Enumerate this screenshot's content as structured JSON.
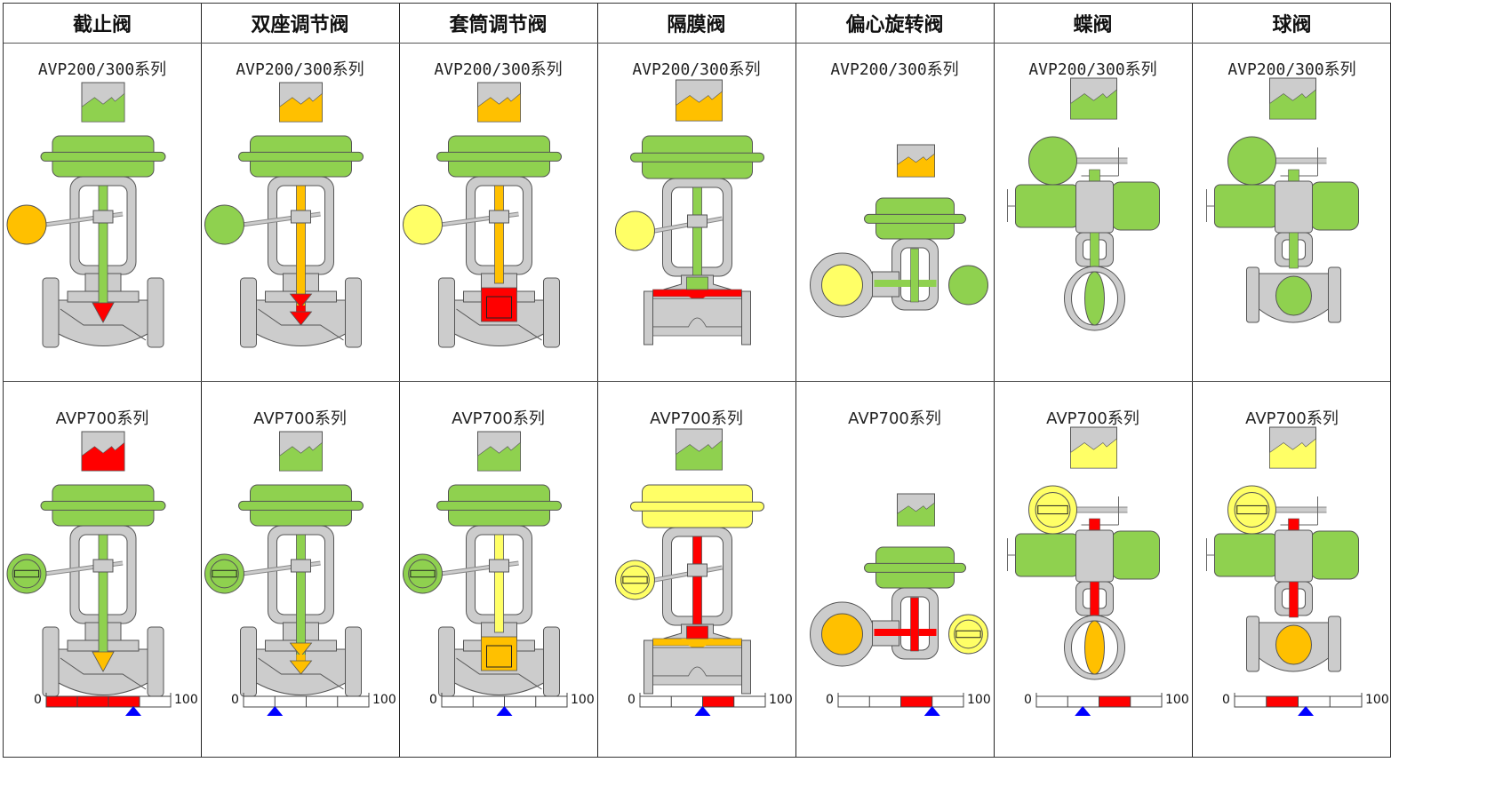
{
  "title": "Valve type diagnostic overview",
  "columns": [
    {
      "name": "截止阀",
      "type": "globe"
    },
    {
      "name": "双座调节阀",
      "type": "double-seat"
    },
    {
      "name": "套筒调节阀",
      "type": "cage"
    },
    {
      "name": "隔膜阀",
      "type": "diaphragm"
    },
    {
      "name": "偏心旋转阀",
      "type": "eccentric-rotary"
    },
    {
      "name": "蝶阀",
      "type": "butterfly"
    },
    {
      "name": "球阀",
      "type": "ball"
    }
  ],
  "rows": [
    {
      "series": "AVP200/300系列",
      "cells": [
        {
          "trend": "#8fd14f",
          "actuator": "#8fd14f",
          "positioner": "#ffc000",
          "stem": "#8fd14f",
          "plug": "#ff0000",
          "seal": ""
        },
        {
          "trend": "#ffc000",
          "actuator": "#8fd14f",
          "positioner": "#8fd14f",
          "stem": "#ffc000",
          "plug": "#ff0000",
          "seal": ""
        },
        {
          "trend": "#ffc000",
          "actuator": "#8fd14f",
          "positioner": "#ffff66",
          "stem": "#ffc000",
          "plug": "#ff0000",
          "seal": ""
        },
        {
          "trend": "#ffc000",
          "actuator": "#8fd14f",
          "positioner": "#ffff66",
          "stem": "#8fd14f",
          "plug": "#8fd14f",
          "seal": "#ff0000"
        },
        {
          "trend": "#ffc000",
          "actuator": "#8fd14f",
          "positioner": "#8fd14f",
          "stem": "#8fd14f",
          "plug": "#ffff66",
          "seal": ""
        },
        {
          "trend": "#8fd14f",
          "actuator": "#8fd14f",
          "positioner": "#8fd14f",
          "stem": "#8fd14f",
          "plug": "#8fd14f",
          "seal": ""
        },
        {
          "trend": "#8fd14f",
          "actuator": "#8fd14f",
          "positioner": "#8fd14f",
          "stem": "#8fd14f",
          "plug": "#8fd14f",
          "seal": ""
        }
      ]
    },
    {
      "series": "AVP700系列",
      "cells": [
        {
          "trend": "#ff0000",
          "actuator": "#8fd14f",
          "positioner": "#8fd14f",
          "stem": "#8fd14f",
          "plug": "#ffc000",
          "seal": "",
          "gauge": {
            "fill_from": 0,
            "fill_to": 75,
            "marker": 70
          }
        },
        {
          "trend": "#8fd14f",
          "actuator": "#8fd14f",
          "positioner": "#8fd14f",
          "stem": "#8fd14f",
          "plug": "#ffc000",
          "seal": "",
          "gauge": {
            "fill_from": 0,
            "fill_to": 0,
            "marker": 25
          }
        },
        {
          "trend": "#8fd14f",
          "actuator": "#8fd14f",
          "positioner": "#8fd14f",
          "stem": "#ffff66",
          "plug": "#ffc000",
          "seal": "",
          "gauge": {
            "fill_from": 0,
            "fill_to": 0,
            "marker": 50
          }
        },
        {
          "trend": "#8fd14f",
          "actuator": "#ffff66",
          "positioner": "#ffff66",
          "stem": "#ff0000",
          "plug": "#ff0000",
          "seal": "#ffc000",
          "gauge": {
            "fill_from": 50,
            "fill_to": 75,
            "marker": 50
          }
        },
        {
          "trend": "#8fd14f",
          "actuator": "#8fd14f",
          "positioner": "#ffff66",
          "stem": "#ff0000",
          "plug": "#ffc000",
          "seal": "",
          "gauge": {
            "fill_from": 50,
            "fill_to": 75,
            "marker": 75
          }
        },
        {
          "trend": "#ffff66",
          "actuator": "#8fd14f",
          "positioner": "#ffff66",
          "stem": "#ff0000",
          "plug": "#ffc000",
          "seal": "",
          "gauge": {
            "fill_from": 50,
            "fill_to": 75,
            "marker": 37
          }
        },
        {
          "trend": "#ffff66",
          "actuator": "#8fd14f",
          "positioner": "#ffff66",
          "stem": "#ff0000",
          "plug": "#ffc000",
          "seal": "",
          "gauge": {
            "fill_from": 25,
            "fill_to": 50,
            "marker": 56
          }
        }
      ]
    }
  ],
  "gauge": {
    "min_label": "0",
    "max_label": "100",
    "min": 0,
    "max": 100,
    "ticks": 4,
    "fill_color": "#ff0000",
    "marker_color": "#0000ff"
  },
  "colors": {
    "body": "#cccccc",
    "outline": "#555555",
    "ok": "#8fd14f",
    "warn": "#ffff66",
    "caution": "#ffc000",
    "alarm": "#ff0000"
  }
}
